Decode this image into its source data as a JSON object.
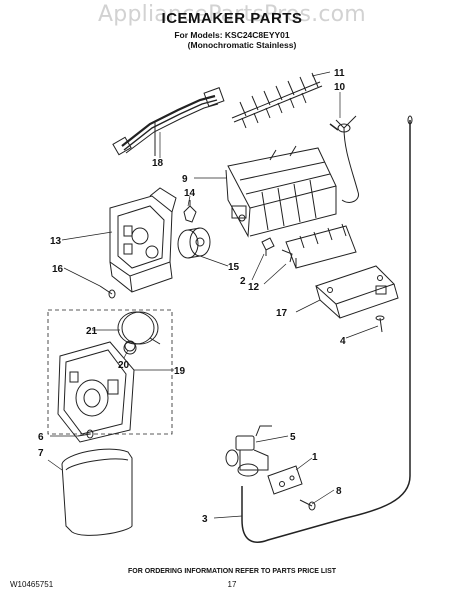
{
  "watermark": "AppliancePartsPros.com",
  "title": "ICEMAKER PARTS",
  "models_line": "For Models: KSC24C8EYY01",
  "finish_line": "(Monochromatic Stainless)",
  "footer_note": "FOR ORDERING INFORMATION REFER TO PARTS PRICE LIST",
  "doc_number": "W10465751",
  "page_number": "17",
  "callouts": [
    "11",
    "10",
    "18",
    "9",
    "14",
    "13",
    "16",
    "15",
    "2",
    "12",
    "17",
    "4",
    "21",
    "20",
    "19",
    "6",
    "7",
    "5",
    "1",
    "8",
    "3"
  ]
}
